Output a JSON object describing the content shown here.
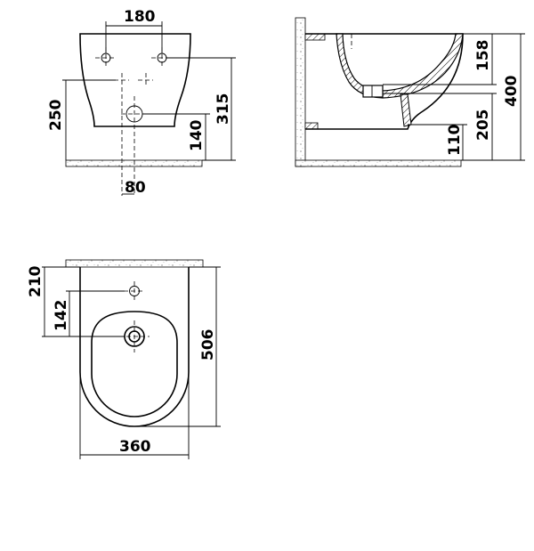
{
  "front_view": {
    "dim_width_holes": "180",
    "dim_height_fixing": "250",
    "dim_height_total": "315",
    "dim_height_drain": "140",
    "dim_width_drain": "80"
  },
  "side_view": {
    "dim_rim_depth": "158",
    "dim_total_height": "400",
    "dim_outlet_height": "205",
    "dim_floor_gap": "110"
  },
  "top_view": {
    "dim_tap_offset": "142",
    "dim_cut_label": "210",
    "dim_depth": "506",
    "dim_width": "360"
  }
}
